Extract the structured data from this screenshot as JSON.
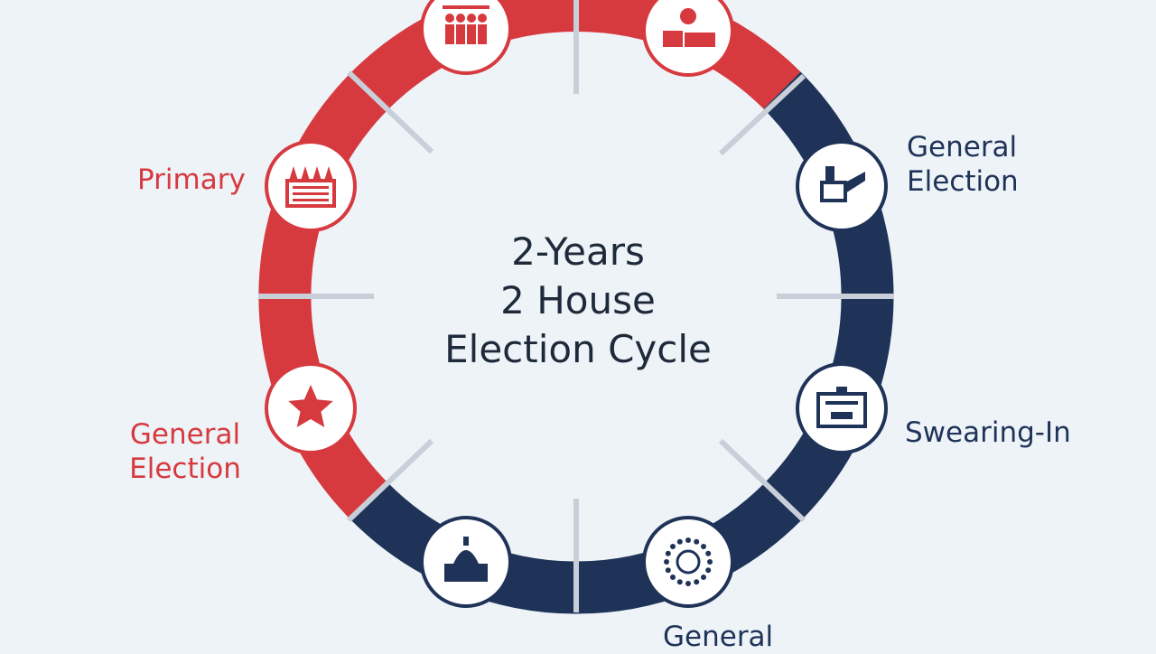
{
  "diagram": {
    "center_title": [
      "2-Years",
      "2 House",
      "Election Cycle"
    ],
    "labels": {
      "primary": "Primary",
      "general_election_left": [
        "General",
        "Election"
      ],
      "general_election_right": [
        "General",
        "Election"
      ],
      "swearing_in": "Swearing-In",
      "general_bottom": "General"
    },
    "nodes": [
      {
        "name": "crowd-icon",
        "color": "red"
      },
      {
        "name": "podium-icon",
        "color": "red"
      },
      {
        "name": "ballot-box-icon",
        "color": "red"
      },
      {
        "name": "star-icon",
        "color": "red"
      },
      {
        "name": "capitol-icon",
        "color": "navy"
      },
      {
        "name": "seal-icon",
        "color": "navy"
      },
      {
        "name": "desk-icon",
        "color": "navy"
      },
      {
        "name": "voting-machine-icon",
        "color": "navy"
      }
    ]
  },
  "colors": {
    "background": "#eef3f8",
    "red": "#d63a3f",
    "navy": "#1f3358",
    "divider": "#c8cfd8",
    "text": "#1e2a3a"
  }
}
